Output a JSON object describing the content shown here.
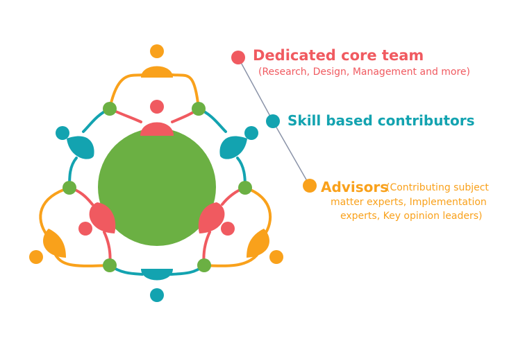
{
  "colors": {
    "core": "#f05a60",
    "skill": "#13a3b0",
    "advisor": "#f9a11b",
    "center": "#6bb043",
    "node": "#6bb043",
    "connector": "#8a93a8"
  },
  "legend": {
    "core_title": "Dedicated core team",
    "core_subtitle": "(Research, Design, Management and more)",
    "skill_title": "Skill based contributors",
    "advisor_title": "Advisors",
    "advisor_subtitle_line1": "(Contributing subject",
    "advisor_subtitle_line2": "matter experts, Implementation",
    "advisor_subtitle_line3": "experts, Key opinion leaders)"
  }
}
